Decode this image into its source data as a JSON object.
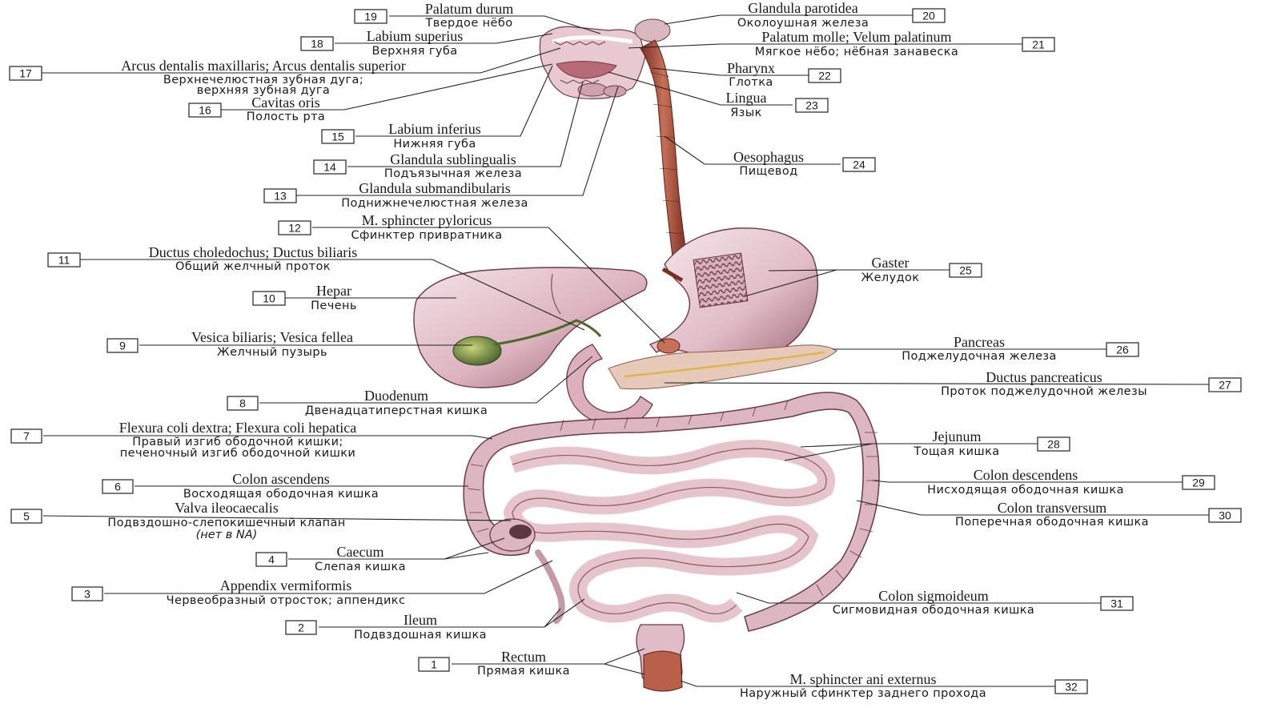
{
  "colors": {
    "organ_fill": "#e6c4cc",
    "organ_dark": "#8f5868",
    "organ_light": "#f5e6ea",
    "muscle": "#b8604a",
    "muscle_dark": "#7a2f22",
    "gall": "#5a7a3a",
    "liver_dark": "#6b3a44",
    "duct": "#e8d48a",
    "line": "#222222"
  },
  "icons": [
    "digestive-system-illustration"
  ],
  "labels": [
    {
      "num": "1",
      "lat": "Rectum",
      "rus": "Прямая кишка"
    },
    {
      "num": "2",
      "lat": "Ileum",
      "rus": "Подвздошная кишка"
    },
    {
      "num": "3",
      "lat": "Appendix vermiformis",
      "rus": "Червеобразный отросток; аппендикс"
    },
    {
      "num": "4",
      "lat": "Caecum",
      "rus": "Слепая кишка"
    },
    {
      "num": "5",
      "lat": "Valva ileocaecalis",
      "rus": "Подвздошно-слепокишечный клапан",
      "note": "(нет в NA)"
    },
    {
      "num": "6",
      "lat": "Colon ascendens",
      "rus": "Восходящая ободочная кишка"
    },
    {
      "num": "7",
      "lat": "Flexura coli dextra; Flexura coli hepatica",
      "rus": "Правый изгиб ободочной кишки;",
      "rus2": "печеночный изгиб ободочной кишки"
    },
    {
      "num": "8",
      "lat": "Duodenum",
      "rus": "Двенадцатиперстная кишка"
    },
    {
      "num": "9",
      "lat": "Vesica biliaris; Vesica fellea",
      "rus": "Желчный пузырь"
    },
    {
      "num": "10",
      "lat": "Hepar",
      "rus": "Печень"
    },
    {
      "num": "11",
      "lat": "Ductus choledochus; Ductus biliaris",
      "rus": "Общий желчный проток"
    },
    {
      "num": "12",
      "lat": "M. sphincter pyloricus",
      "rus": "Сфинктер привратника"
    },
    {
      "num": "13",
      "lat": "Glandula submandibularis",
      "rus": "Поднижнечелюстная железа"
    },
    {
      "num": "14",
      "lat": "Glandula sublingualis",
      "rus": "Подъязычная железа"
    },
    {
      "num": "15",
      "lat": "Labium inferius",
      "rus": "Нижняя губа"
    },
    {
      "num": "16",
      "lat": "Cavitas oris",
      "rus": "Полость рта"
    },
    {
      "num": "17",
      "lat": "Arcus dentalis maxillaris; Arcus dentalis superior",
      "rus": "Верхнечелюстная зубная дуга;",
      "rus2": "верхняя зубная дуга"
    },
    {
      "num": "18",
      "lat": "Labium superius",
      "rus": "Верхняя губа"
    },
    {
      "num": "19",
      "lat": "Palatum durum",
      "rus": "Твердое нёбо"
    },
    {
      "num": "20",
      "lat": "Glandula parotidea",
      "rus": "Околоушная железа"
    },
    {
      "num": "21",
      "lat": "Palatum molle; Velum palatinum",
      "rus": "Мягкое нёбо; нёбная занавеска"
    },
    {
      "num": "22",
      "lat": "Pharynx",
      "rus": "Глотка"
    },
    {
      "num": "23",
      "lat": "Lingua",
      "rus": "Язык"
    },
    {
      "num": "24",
      "lat": "Oesophagus",
      "rus": "Пищевод"
    },
    {
      "num": "25",
      "lat": "Gaster",
      "rus": "Желудок"
    },
    {
      "num": "26",
      "lat": "Pancreas",
      "rus": "Поджелудочная железа"
    },
    {
      "num": "27",
      "lat": "Ductus pancreaticus",
      "rus": "Проток поджелудочной железы"
    },
    {
      "num": "28",
      "lat": "Jejunum",
      "rus": "Тощая кишка"
    },
    {
      "num": "29",
      "lat": "Colon descendens",
      "rus": "Нисходящая ободочная кишка"
    },
    {
      "num": "30",
      "lat": "Colon transversum",
      "rus": "Поперечная ободочная кишка"
    },
    {
      "num": "31",
      "lat": "Colon sigmoideum",
      "rus": "Сигмовидная ободочная кишка"
    },
    {
      "num": "32",
      "lat": "M. sphincter ani externus",
      "rus": "Наружный сфинктер заднего прохода"
    }
  ]
}
